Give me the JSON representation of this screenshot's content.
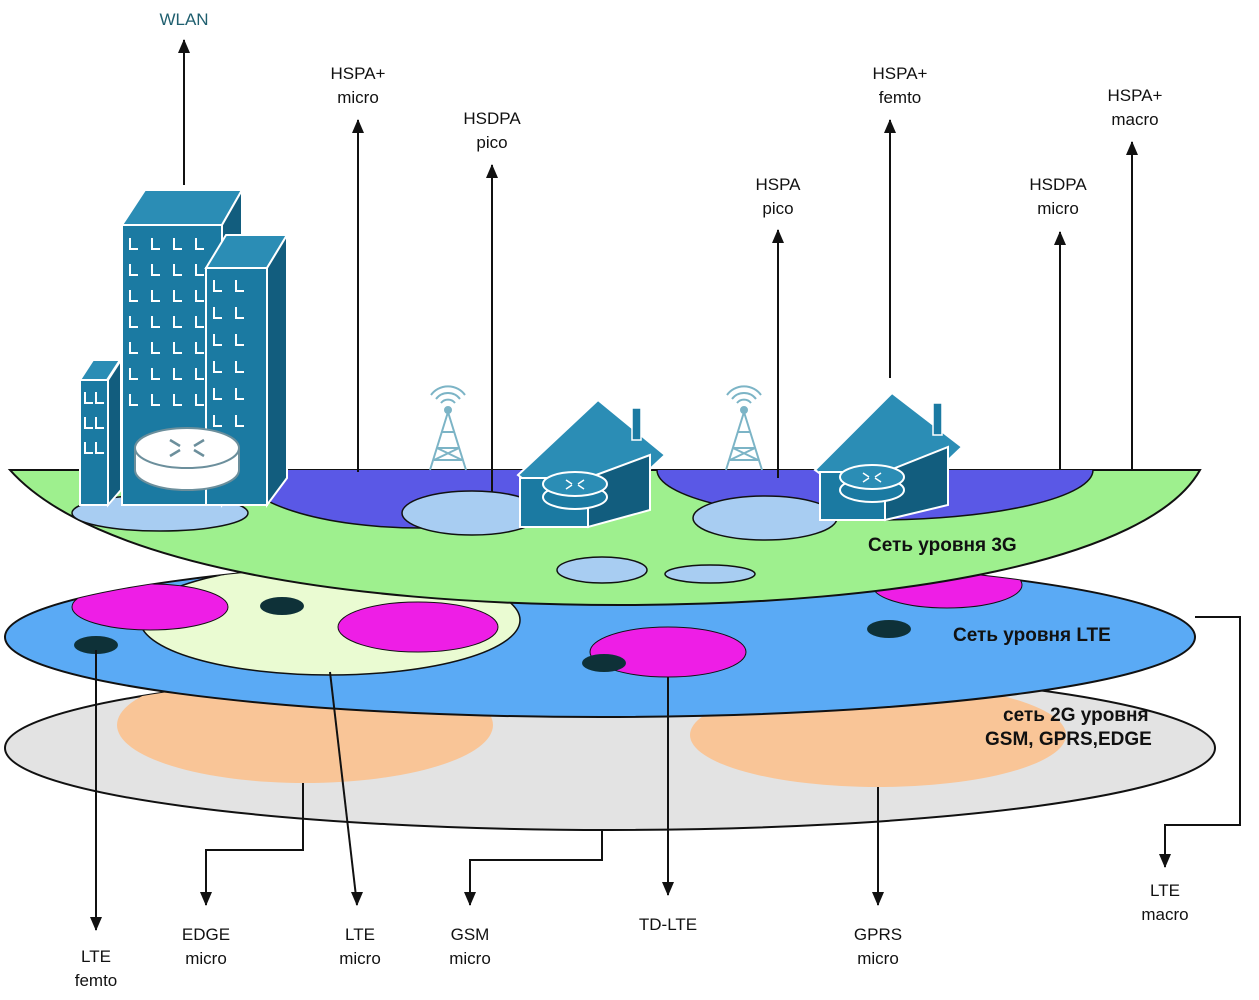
{
  "layers": {
    "g3": "Сеть уровня 3G",
    "lte": "Сеть уровня LTE",
    "g2_line1": "сеть 2G уровня",
    "g2_line2": "GSM, GPRS,EDGE"
  },
  "top_labels": {
    "wlan": "WLAN",
    "hspa_plus_micro": [
      "HSPA+",
      "micro"
    ],
    "hsdpa_pico": [
      "HSDPA",
      "pico"
    ],
    "hspa_pico": [
      "HSPA",
      "pico"
    ],
    "hspa_plus_femto": [
      "HSPA+",
      "femto"
    ],
    "hsdpa_micro": [
      "HSDPA",
      "micro"
    ],
    "hspa_plus_macro": [
      "HSPA+",
      "macro"
    ]
  },
  "bottom_labels": {
    "lte_femto": [
      "LTE",
      "femto"
    ],
    "edge_micro": [
      "EDGE",
      "micro"
    ],
    "lte_micro": [
      "LTE",
      "micro"
    ],
    "gsm_micro": [
      "GSM",
      "micro"
    ],
    "td_lte": "TD-LTE",
    "gprs_micro": [
      "GPRS",
      "micro"
    ],
    "lte_macro": [
      "LTE",
      "macro"
    ]
  },
  "colors": {
    "layer_3g": "#9ef08e",
    "layer_lte": "#5aaaf5",
    "layer_2g": "#e3e3e3",
    "cell_3g_blue": "#5a58e6",
    "cell_light_blue": "#a8cdf2",
    "cell_magenta": "#ee1ee6",
    "cell_pale": "#eafbd2",
    "cell_orange": "#f9c597",
    "building": "#1b7aa2",
    "dark_spot": "#0e3138",
    "tower": "#7cb4c6"
  }
}
